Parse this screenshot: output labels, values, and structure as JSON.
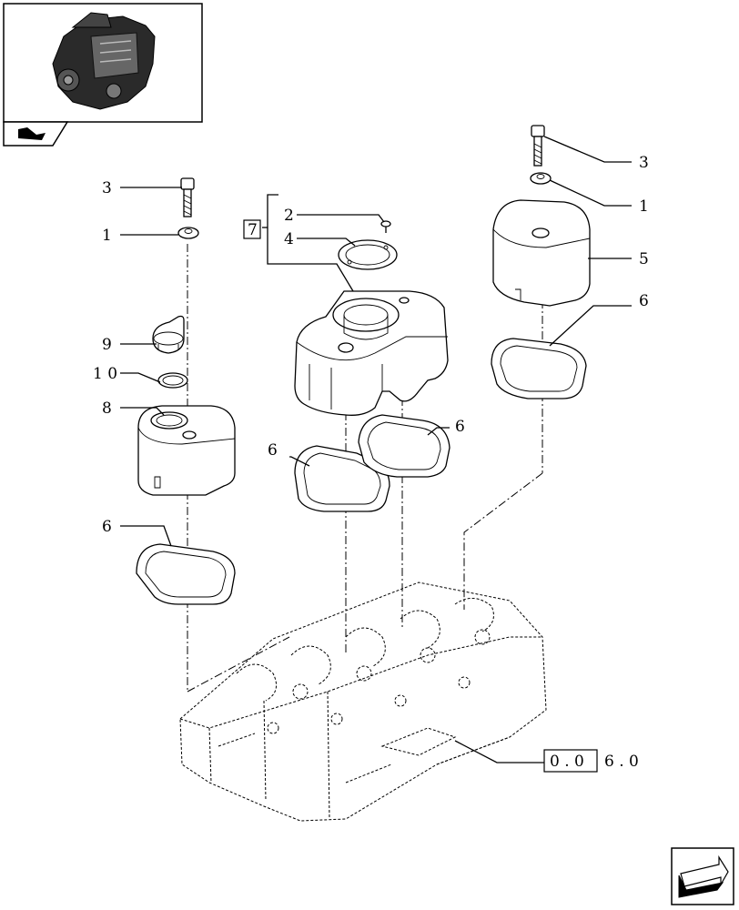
{
  "callouts": {
    "c3_left": "3",
    "c1_left": "1",
    "c9": "9",
    "c10": "1 0",
    "c8": "8",
    "c6_left": "6",
    "c2": "2",
    "c4": "4",
    "c7": "7",
    "c6_mid_left": "6",
    "c6_mid_right": "6",
    "c3_right": "3",
    "c1_right": "1",
    "c5": "5",
    "c6_right": "6"
  },
  "reference": {
    "boxed": "0 . 0",
    "rest": "6 . 0"
  },
  "icons": {
    "thumbnail": "engine-thumbnail-icon",
    "nav_left": "nav-arrow-icon",
    "nav_right": "next-page-arrow-icon"
  }
}
